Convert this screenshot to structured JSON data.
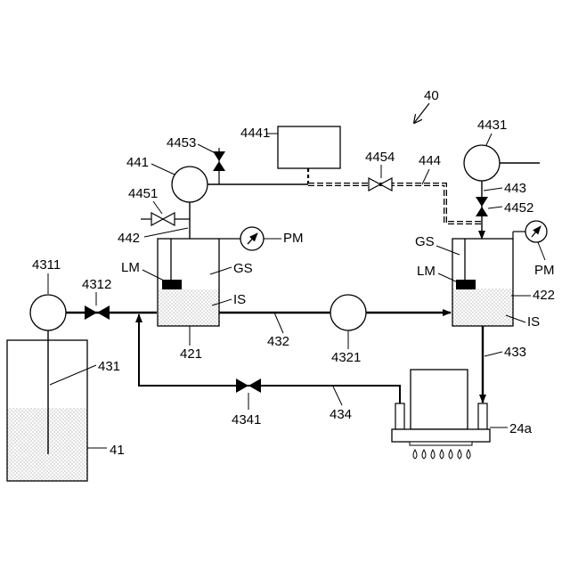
{
  "figure": {
    "ref": "40",
    "labels": {
      "tank_main": "41",
      "pipe_supply": "431",
      "pump_supply": "4311",
      "valve_supply": "4312",
      "tank_first": "421",
      "tank_second": "422",
      "pipe_middle": "432",
      "pump_middle": "4321",
      "pipe_out": "433",
      "pipe_return": "434",
      "valve_return": "4341",
      "pump_pressure": "441",
      "pipe_pressure": "442",
      "valve_4451": "4451",
      "valve_4453": "4453",
      "box_4441": "4441",
      "pipe_444": "444",
      "valve_4454": "4454",
      "pump_4431": "4431",
      "pipe_443": "443",
      "valve_4452": "4452",
      "head": "24a",
      "gs_left": "GS",
      "gs_right": "GS",
      "lm_left": "LM",
      "lm_right": "LM",
      "is_left": "IS",
      "is_right": "IS",
      "pm_left": "PM",
      "pm_right": "PM"
    }
  }
}
